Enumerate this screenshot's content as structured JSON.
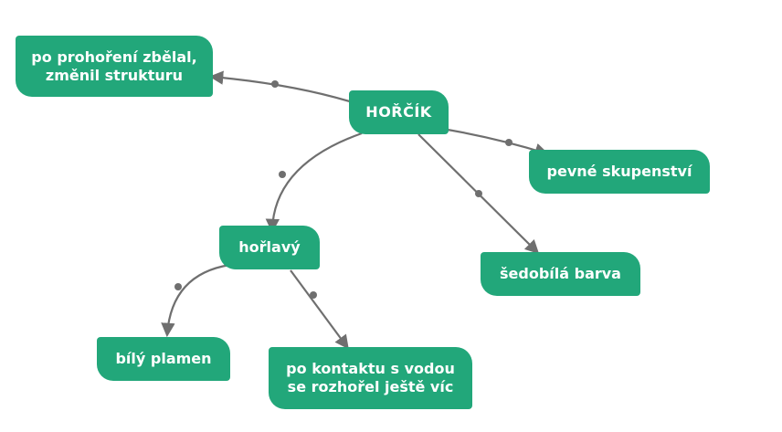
{
  "colors": {
    "node": "#22a77a",
    "edge": "#6f6f6f",
    "text": "#ffffff"
  },
  "nodes": {
    "root": "HOŘČÍK",
    "burned": "po prohoření zbělal,\nzměnil strukturu",
    "solid": "pevné skupenství",
    "grayish": "šedobílá barva",
    "flammable": "hořlavý",
    "white_flame": "bílý plamen",
    "water_contact": "po kontaktu s vodou\nse rozhořel ještě víc"
  }
}
